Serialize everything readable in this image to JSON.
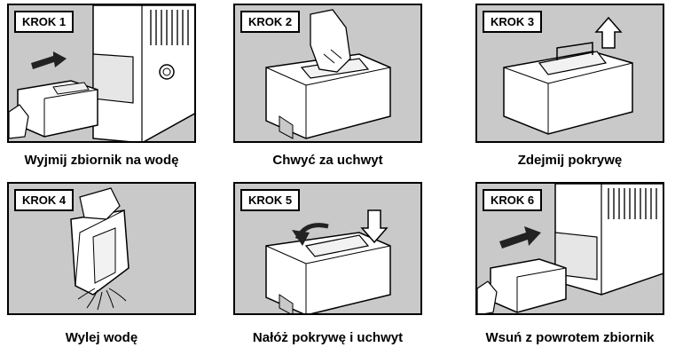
{
  "steps": [
    {
      "badge": "KROK 1",
      "caption": "Wyjmij zbiornik na wodę"
    },
    {
      "badge": "KROK 2",
      "caption": "Chwyć za uchwyt"
    },
    {
      "badge": "KROK 3",
      "caption": "Zdejmij pokrywę"
    },
    {
      "badge": "KROK 4",
      "caption": "Wylej wodę"
    },
    {
      "badge": "KROK 5",
      "caption": "Nałóż pokrywę i uchwyt"
    },
    {
      "badge": "KROK 6",
      "caption": "Wsuń z powrotem zbiornik"
    }
  ],
  "colors": {
    "panel_bg": "#c9c9c9",
    "outline": "#000000",
    "arrow": "#222222"
  }
}
